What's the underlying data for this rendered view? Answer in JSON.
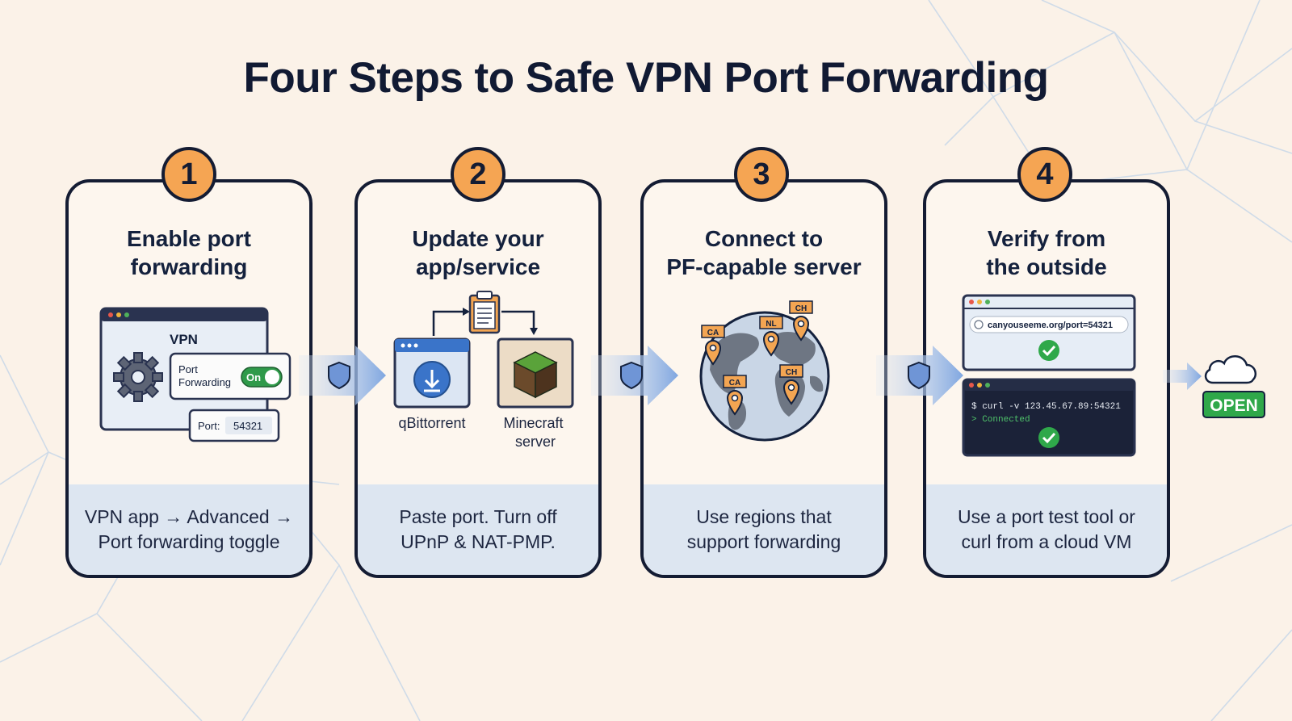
{
  "title": "Four Steps to Safe VPN Port Forwarding",
  "steps": [
    {
      "number": "1",
      "heading_lines": [
        "Enable port",
        "forwarding"
      ],
      "footer_lines": [
        "VPN app → Advanced →",
        "Port forwarding toggle"
      ],
      "window_title": "VPN",
      "toggle_label_lines": [
        "Port",
        "Forwarding"
      ],
      "toggle_state": "On",
      "port_label": "Port:",
      "port_value": "54321"
    },
    {
      "number": "2",
      "heading_lines": [
        "Update your",
        "app/service"
      ],
      "footer_lines": [
        "Paste port. Turn off",
        "UPnP & NAT-PMP."
      ],
      "apps": [
        {
          "name_lines": [
            "qBittorrent"
          ],
          "icon": "download-icon"
        },
        {
          "name_lines": [
            "Minecraft",
            "server"
          ],
          "icon": "cube-icon"
        }
      ]
    },
    {
      "number": "3",
      "heading_lines": [
        "Connect to",
        "PF-capable server"
      ],
      "footer_lines": [
        "Use regions that",
        "support forwarding"
      ],
      "pins": [
        "CA",
        "NL",
        "CH",
        "CA",
        "CH"
      ]
    },
    {
      "number": "4",
      "heading_lines": [
        "Verify from",
        "the outside"
      ],
      "footer_lines": [
        "Use a port test tool or",
        "curl from a cloud VM"
      ],
      "url": "canyouseeme.org/port=54321",
      "terminal_command": "$ curl -v 123.45.67.89:54321",
      "terminal_output": "> Connected",
      "result": "OPEN"
    }
  ],
  "colors": {
    "accent_orange": "#f5a553",
    "navy": "#141c33",
    "toggle_green": "#2f9a4a",
    "open_green": "#2fa84a",
    "arrow_blue": "#7fa6e0",
    "shield_blue": "#6f95d6"
  }
}
